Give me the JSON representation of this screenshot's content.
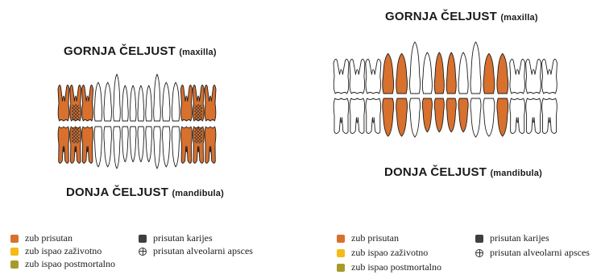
{
  "colors": {
    "present": "#d8702e",
    "lost_antemortem": "#f4bb17",
    "lost_postmortem": "#a79a2a",
    "caries": "#3f3f3f",
    "absent": "#ffffff",
    "outline": "#1e1e1e"
  },
  "left": {
    "upper_title": "GORNJA ČELJUST",
    "upper_sub": "(maxilla)",
    "lower_title": "DONJA ČELJUST",
    "lower_sub": "(mandibula)",
    "upper_teeth": [
      "present",
      "present",
      "present",
      "absent",
      "absent",
      "absent",
      "absent",
      "absent",
      "absent",
      "absent",
      "absent",
      "absent",
      "absent",
      "present",
      "present",
      "present"
    ],
    "lower_teeth": [
      "present",
      "present",
      "present",
      "absent",
      "absent",
      "absent",
      "absent",
      "absent",
      "absent",
      "absent",
      "absent",
      "absent",
      "absent",
      "present",
      "present",
      "present"
    ],
    "upper_abscess": [
      1,
      14
    ],
    "lower_caries": [
      1,
      14
    ]
  },
  "right": {
    "upper_title": "GORNJA ČELJUST",
    "upper_sub": "(maxilla)",
    "lower_title": "DONJA ČELJUST",
    "lower_sub": "(mandibula)",
    "upper_teeth": [
      "absent",
      "absent",
      "absent",
      "present",
      "present",
      "absent",
      "absent",
      "present",
      "present",
      "absent",
      "absent",
      "present",
      "present",
      "absent",
      "absent",
      "absent"
    ],
    "lower_teeth": [
      "absent",
      "absent",
      "absent",
      "present",
      "present",
      "absent",
      "present",
      "present",
      "present",
      "present",
      "absent",
      "absent",
      "present",
      "absent",
      "absent",
      "absent"
    ]
  },
  "legend": {
    "present": "zub prisutan",
    "lost_antemortem": "zub ispao zaživotno",
    "lost_postmortem": "zub ispao postmortalno",
    "caries": "prisutan karijes",
    "abscess": "prisutan alveolarni apsces"
  }
}
